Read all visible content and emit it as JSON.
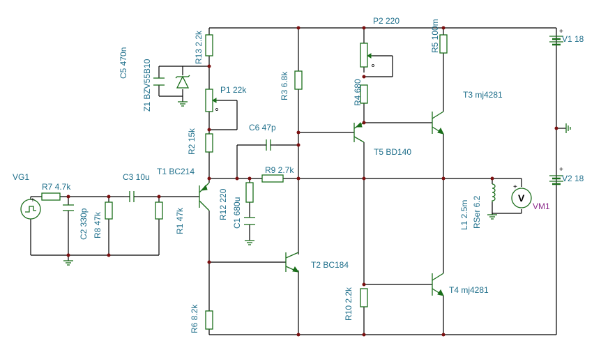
{
  "labels": {
    "r13": "R13 2.2k",
    "c5": "C5 470n",
    "z1": "Z1 BZV55B10",
    "p1": "P1 22k",
    "r2": "R2 15k",
    "c6": "C6 47p",
    "r3": "R3 6.8k",
    "p2": "P2 220",
    "r4": "R4 680",
    "r5": "R5 100m",
    "v1": "V1 18",
    "t3": "T3 mj4281",
    "t5": "T5 BD140",
    "vg1": "VG1",
    "r7": "R7 4.7k",
    "c3": "C3 10u",
    "t1": "T1 BC214",
    "r9": "R9 2.7k",
    "v2": "V2 18",
    "c2": "C2 330p",
    "r8": "R8 47k",
    "r1": "R1 47k",
    "r12": "R12 220",
    "c1": "C1 680u",
    "l1": "L1 2.5m",
    "rser": "RSer 6.2",
    "vm1": "VM1",
    "t2": "T2 BC184",
    "r10": "R10 2.2k",
    "t4": "T4 mj4281",
    "r6": "R6 8.2k"
  },
  "symbols": {
    "plus": "+",
    "voltmeter": "V"
  },
  "colors": {
    "wire": "#000000",
    "component": "#1a6e1a",
    "label": "#1f6f8b",
    "meter_label": "#8b2a8b",
    "junction": "#7a1010"
  }
}
